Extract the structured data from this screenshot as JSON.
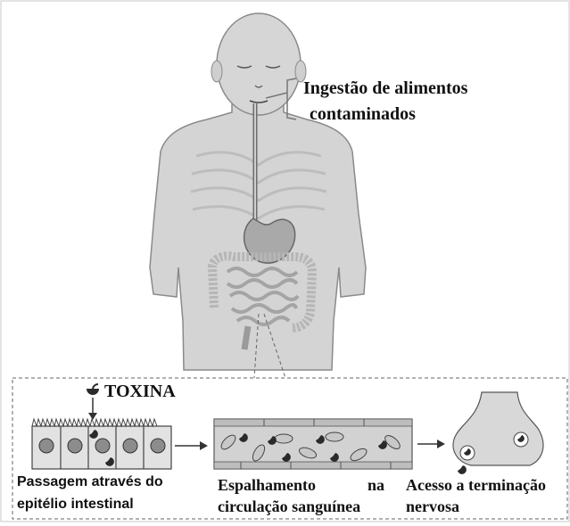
{
  "labels": {
    "ingestion_line1": "Ingestão de alimentos",
    "ingestion_line2": "contaminados",
    "toxin": "TOXINA",
    "step1_line1": "Passagem através do",
    "step1_line2": "epitélio intestinal",
    "step2_word1": "Espalhamento",
    "step2_word2": "na",
    "step2_line2": "circulação sanguínea",
    "step3_line1": "Acesso a terminação",
    "step3_line2": "nervosa"
  },
  "colors": {
    "body_fill": "#d4d4d4",
    "body_outline": "#8a8a8a",
    "organ_fill": "#bdbdbd",
    "cell_fill": "#e2e2e2",
    "nucleus_fill": "#8c8c8c",
    "toxin_fill": "#2a2a2a",
    "vessel_fill": "#d2d2d2"
  }
}
